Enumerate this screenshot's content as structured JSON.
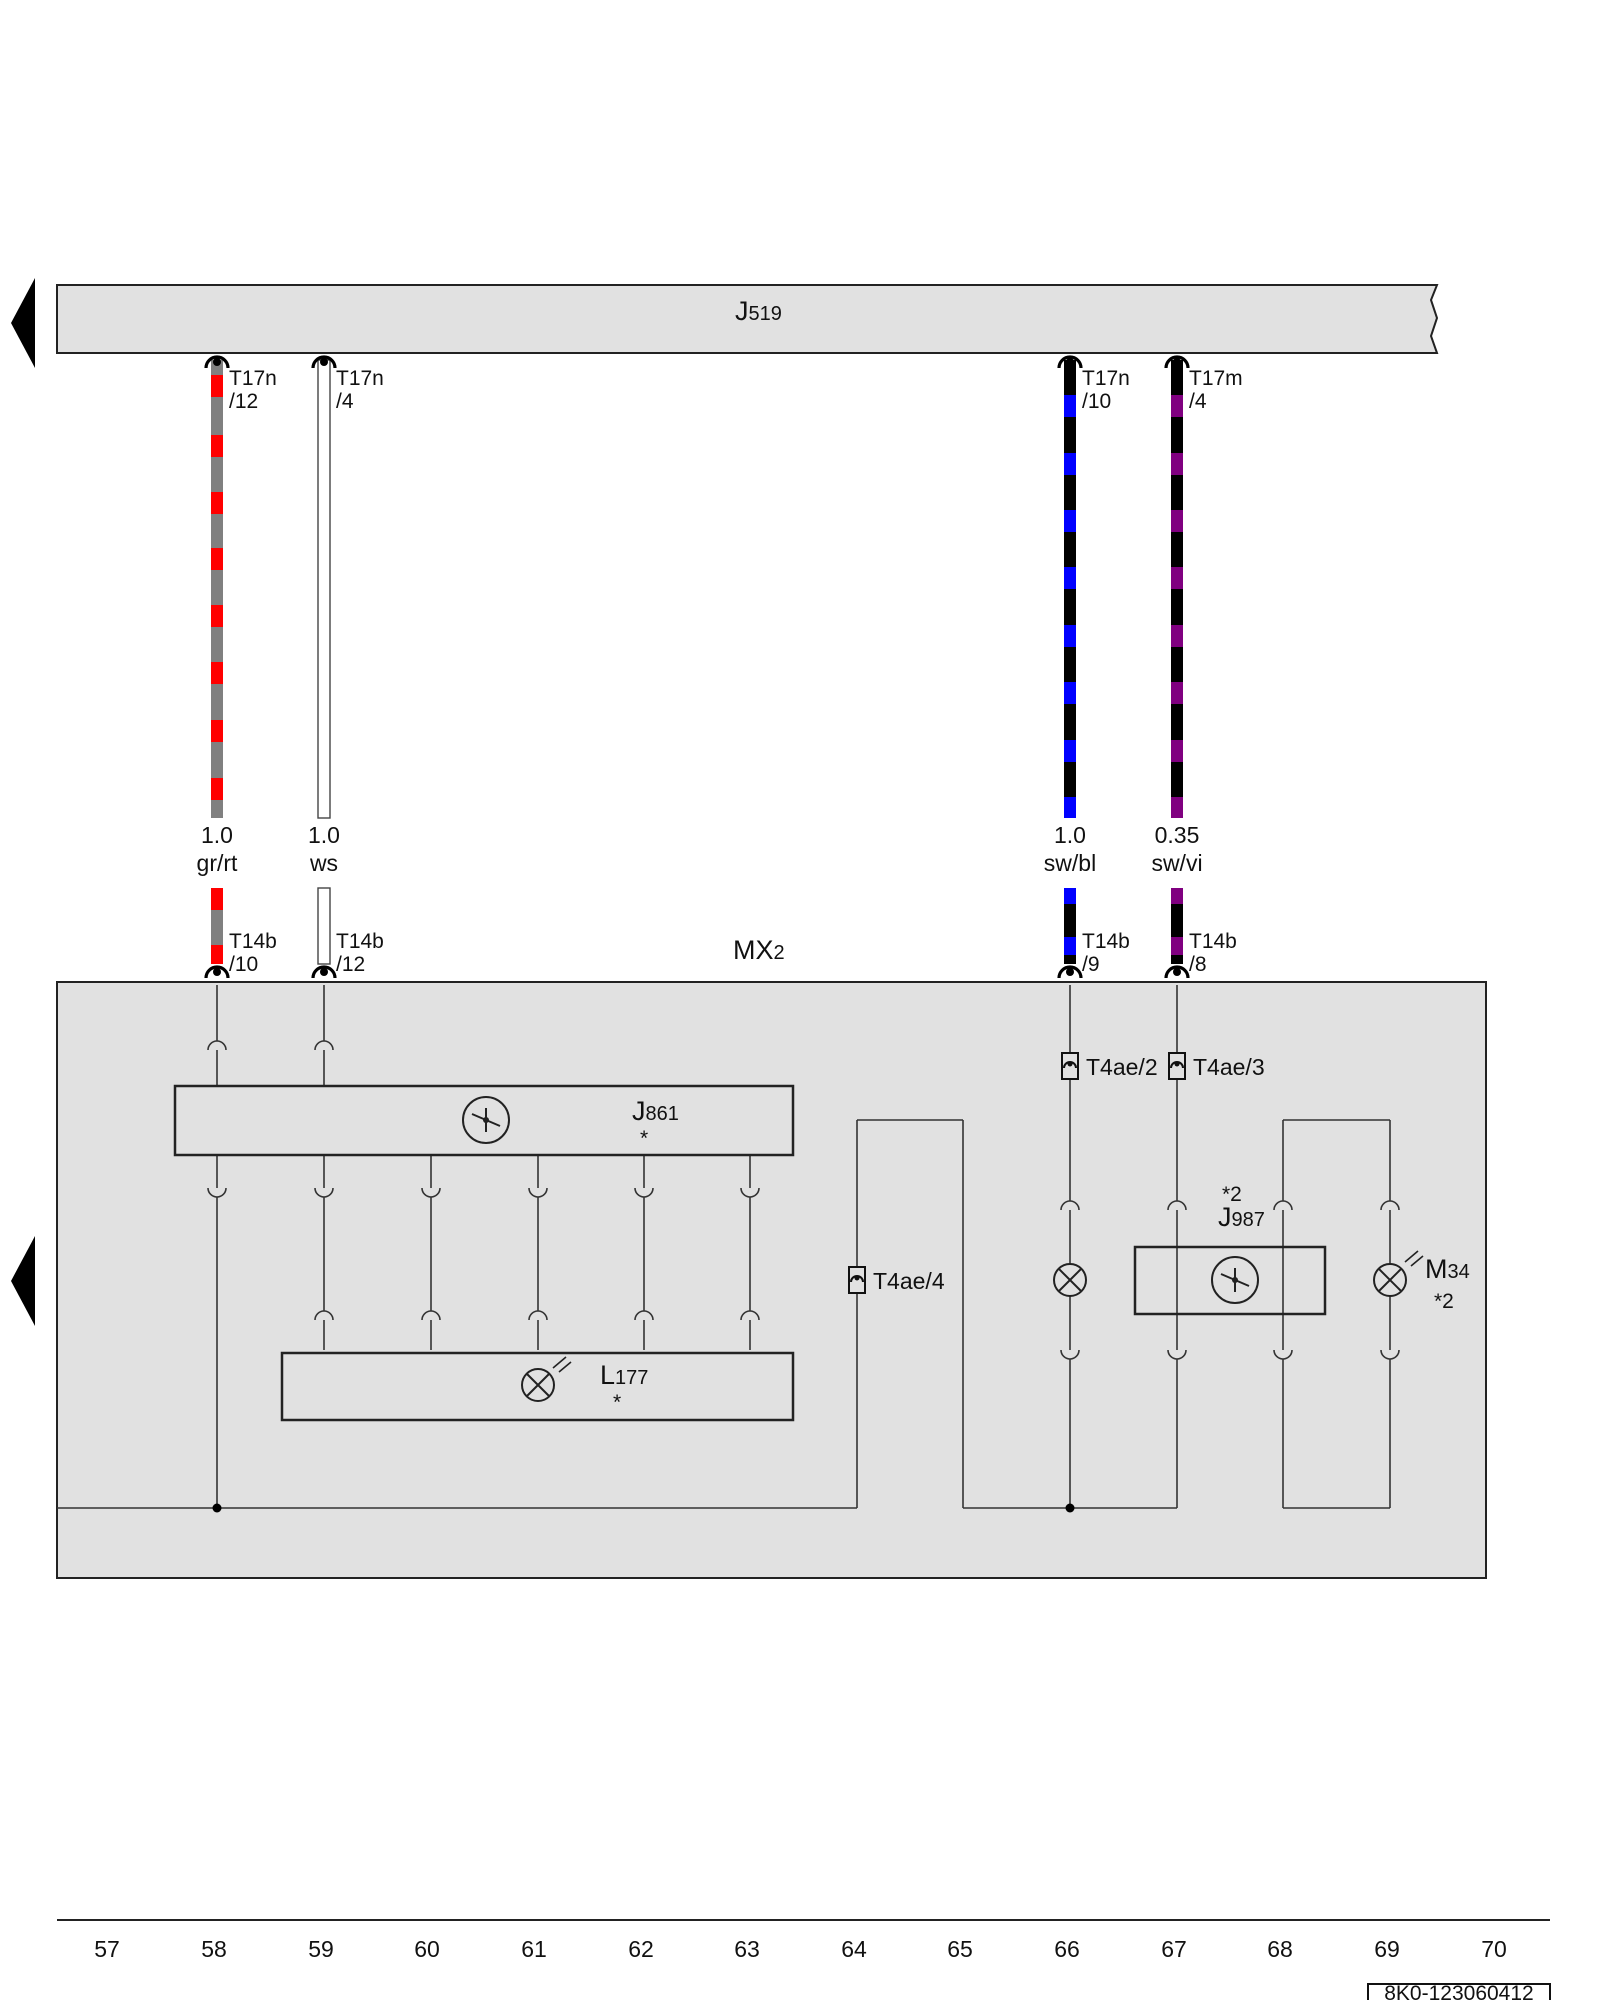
{
  "modules": {
    "j519": {
      "main": "J",
      "sub": "519"
    },
    "mx2": {
      "main": "MX",
      "sub": "2"
    },
    "j861": {
      "main": "J",
      "sub": "861",
      "note": "*"
    },
    "l177": {
      "main": "L",
      "sub": "177",
      "note": "*"
    },
    "j987": {
      "main": "J",
      "sub": "987",
      "note": "*2"
    },
    "m34": {
      "main": "M",
      "sub": "34",
      "note": "*2"
    }
  },
  "wires": [
    {
      "id": "w1",
      "top_pin": [
        "T17n",
        "/12"
      ],
      "bottom_pin": [
        "T14b",
        "/10"
      ],
      "gauge": "1.0",
      "color_code": "gr/rt",
      "base_color": "#808080",
      "stripe_color": "#ff0000"
    },
    {
      "id": "w2",
      "top_pin": [
        "T17n",
        "/4"
      ],
      "bottom_pin": [
        "T14b",
        "/12"
      ],
      "gauge": "1.0",
      "color_code": "ws",
      "base_color": "#ffffff",
      "stripe_color": "#ffffff"
    },
    {
      "id": "w3",
      "top_pin": [
        "T17n",
        "/10"
      ],
      "bottom_pin": [
        "T14b",
        "/9"
      ],
      "gauge": "1.0",
      "color_code": "sw/bl",
      "base_color": "#000000",
      "stripe_color": "#0000ff"
    },
    {
      "id": "w4",
      "top_pin": [
        "T17m",
        "/4"
      ],
      "bottom_pin": [
        "T14b",
        "/8"
      ],
      "gauge": "0.35",
      "color_code": "sw/vi",
      "base_color": "#000000",
      "stripe_color": "#800080"
    }
  ],
  "connectors": {
    "t4ae2": "T4ae/2",
    "t4ae3": "T4ae/3",
    "t4ae4": "T4ae/4"
  },
  "axis_numbers": [
    "57",
    "58",
    "59",
    "60",
    "61",
    "62",
    "63",
    "64",
    "65",
    "66",
    "67",
    "68",
    "69",
    "70"
  ],
  "diagram_code": "8K0-123060412"
}
